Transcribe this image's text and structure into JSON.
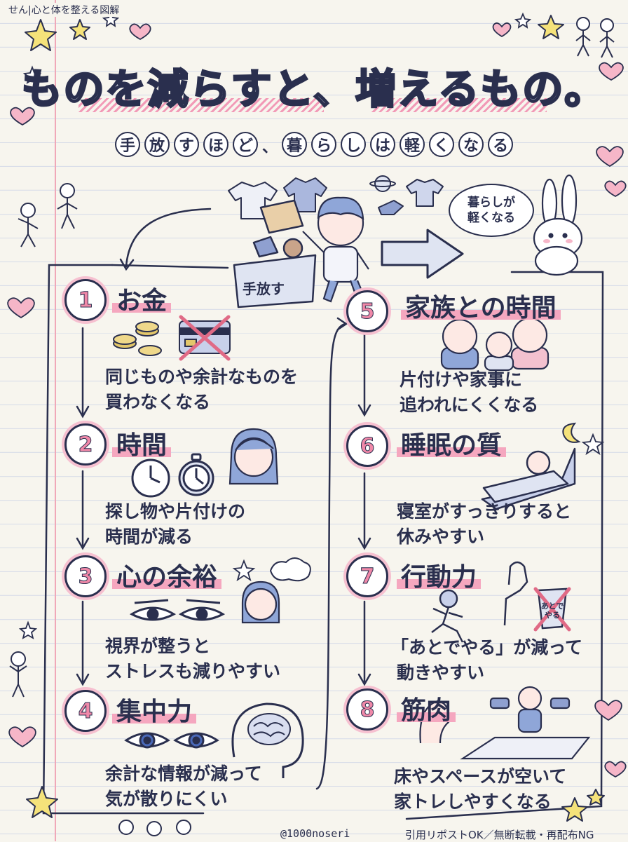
{
  "header": {
    "label": "せん|心と体を整える図解"
  },
  "title": {
    "main": "ものを減らすと、増えるもの。"
  },
  "subtitle": {
    "chars": [
      "手",
      "放",
      "す",
      "ほ",
      "ど",
      "暮",
      "ら",
      "し",
      "は",
      "軽",
      "く",
      "な",
      "る"
    ],
    "separator": "、"
  },
  "top_scene": {
    "box_label": "手放す",
    "bubble_line1": "暮らしが",
    "bubble_line2": "軽くなる"
  },
  "items": [
    {
      "num": "1",
      "title": "お金",
      "desc1": "同じものや余計なものを",
      "desc2": "買わなくなる"
    },
    {
      "num": "2",
      "title": "時間",
      "desc1": "探し物や片付けの",
      "desc2": "時間が減る"
    },
    {
      "num": "3",
      "title": "心の余裕",
      "desc1": "視界が整うと",
      "desc2": "ストレスも減りやすい"
    },
    {
      "num": "4",
      "title": "集中力",
      "desc1": "余計な情報が減って",
      "desc2": "気が散りにくい"
    },
    {
      "num": "5",
      "title": "家族との時間",
      "desc1": "片付けや家事に",
      "desc2": "追われにくくなる"
    },
    {
      "num": "6",
      "title": "睡眠の質",
      "desc1": "寝室がすっきりすると",
      "desc2": "休みやすい"
    },
    {
      "num": "7",
      "title": "行動力",
      "desc1": "「あとでやる」が減って",
      "desc2": "動きやすい",
      "trash_text": "あとでやる"
    },
    {
      "num": "8",
      "title": "筋肉",
      "desc1": "床やスペースが空いて",
      "desc2": "家トレしやすくなる"
    }
  ],
  "footer": {
    "credit": "@1000noseri",
    "license": "引用リポストOK／無断転載・再配布NG"
  },
  "colors": {
    "ink": "#2a2f4e",
    "pink": "#f5a7bf",
    "paper": "#f7f5ee",
    "lines": "#d6dbe8",
    "coin": "#e3c76b",
    "star": "#f5e27a"
  }
}
